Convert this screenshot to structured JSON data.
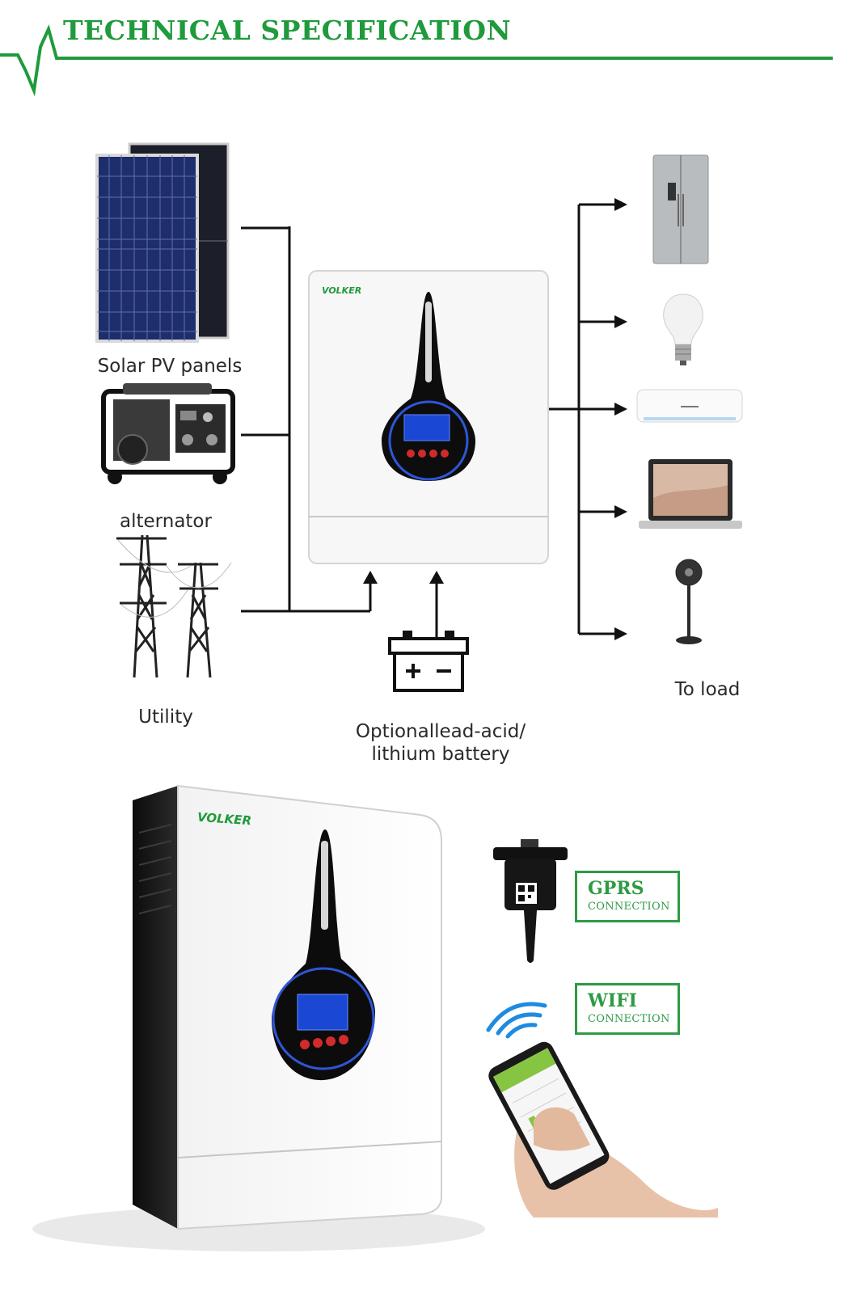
{
  "header": {
    "title": "TECHNICAL SPECIFICATION",
    "accent_color": "#1f9a3c"
  },
  "sources": [
    {
      "label": "Solar PV panels",
      "icon": "solar-panel-icon"
    },
    {
      "label": "alternator",
      "icon": "generator-icon"
    },
    {
      "label": "Utility",
      "icon": "power-tower-icon"
    }
  ],
  "inverter": {
    "brand": "VOLKER"
  },
  "battery": {
    "label_line1": "Optionallead-acid/",
    "label_line2": "lithium battery",
    "icon": "battery-icon"
  },
  "loads": {
    "label": "To load",
    "items": [
      "refrigerator-icon",
      "light-bulb-icon",
      "air-conditioner-icon",
      "laptop-icon",
      "fan-icon"
    ]
  },
  "connections": [
    {
      "main": "GPRS",
      "sub": "CONNECTION",
      "icon": "gprs-module-icon"
    },
    {
      "main": "WIFI",
      "sub": "CONNECTION",
      "icon": "smartphone-icon"
    }
  ]
}
